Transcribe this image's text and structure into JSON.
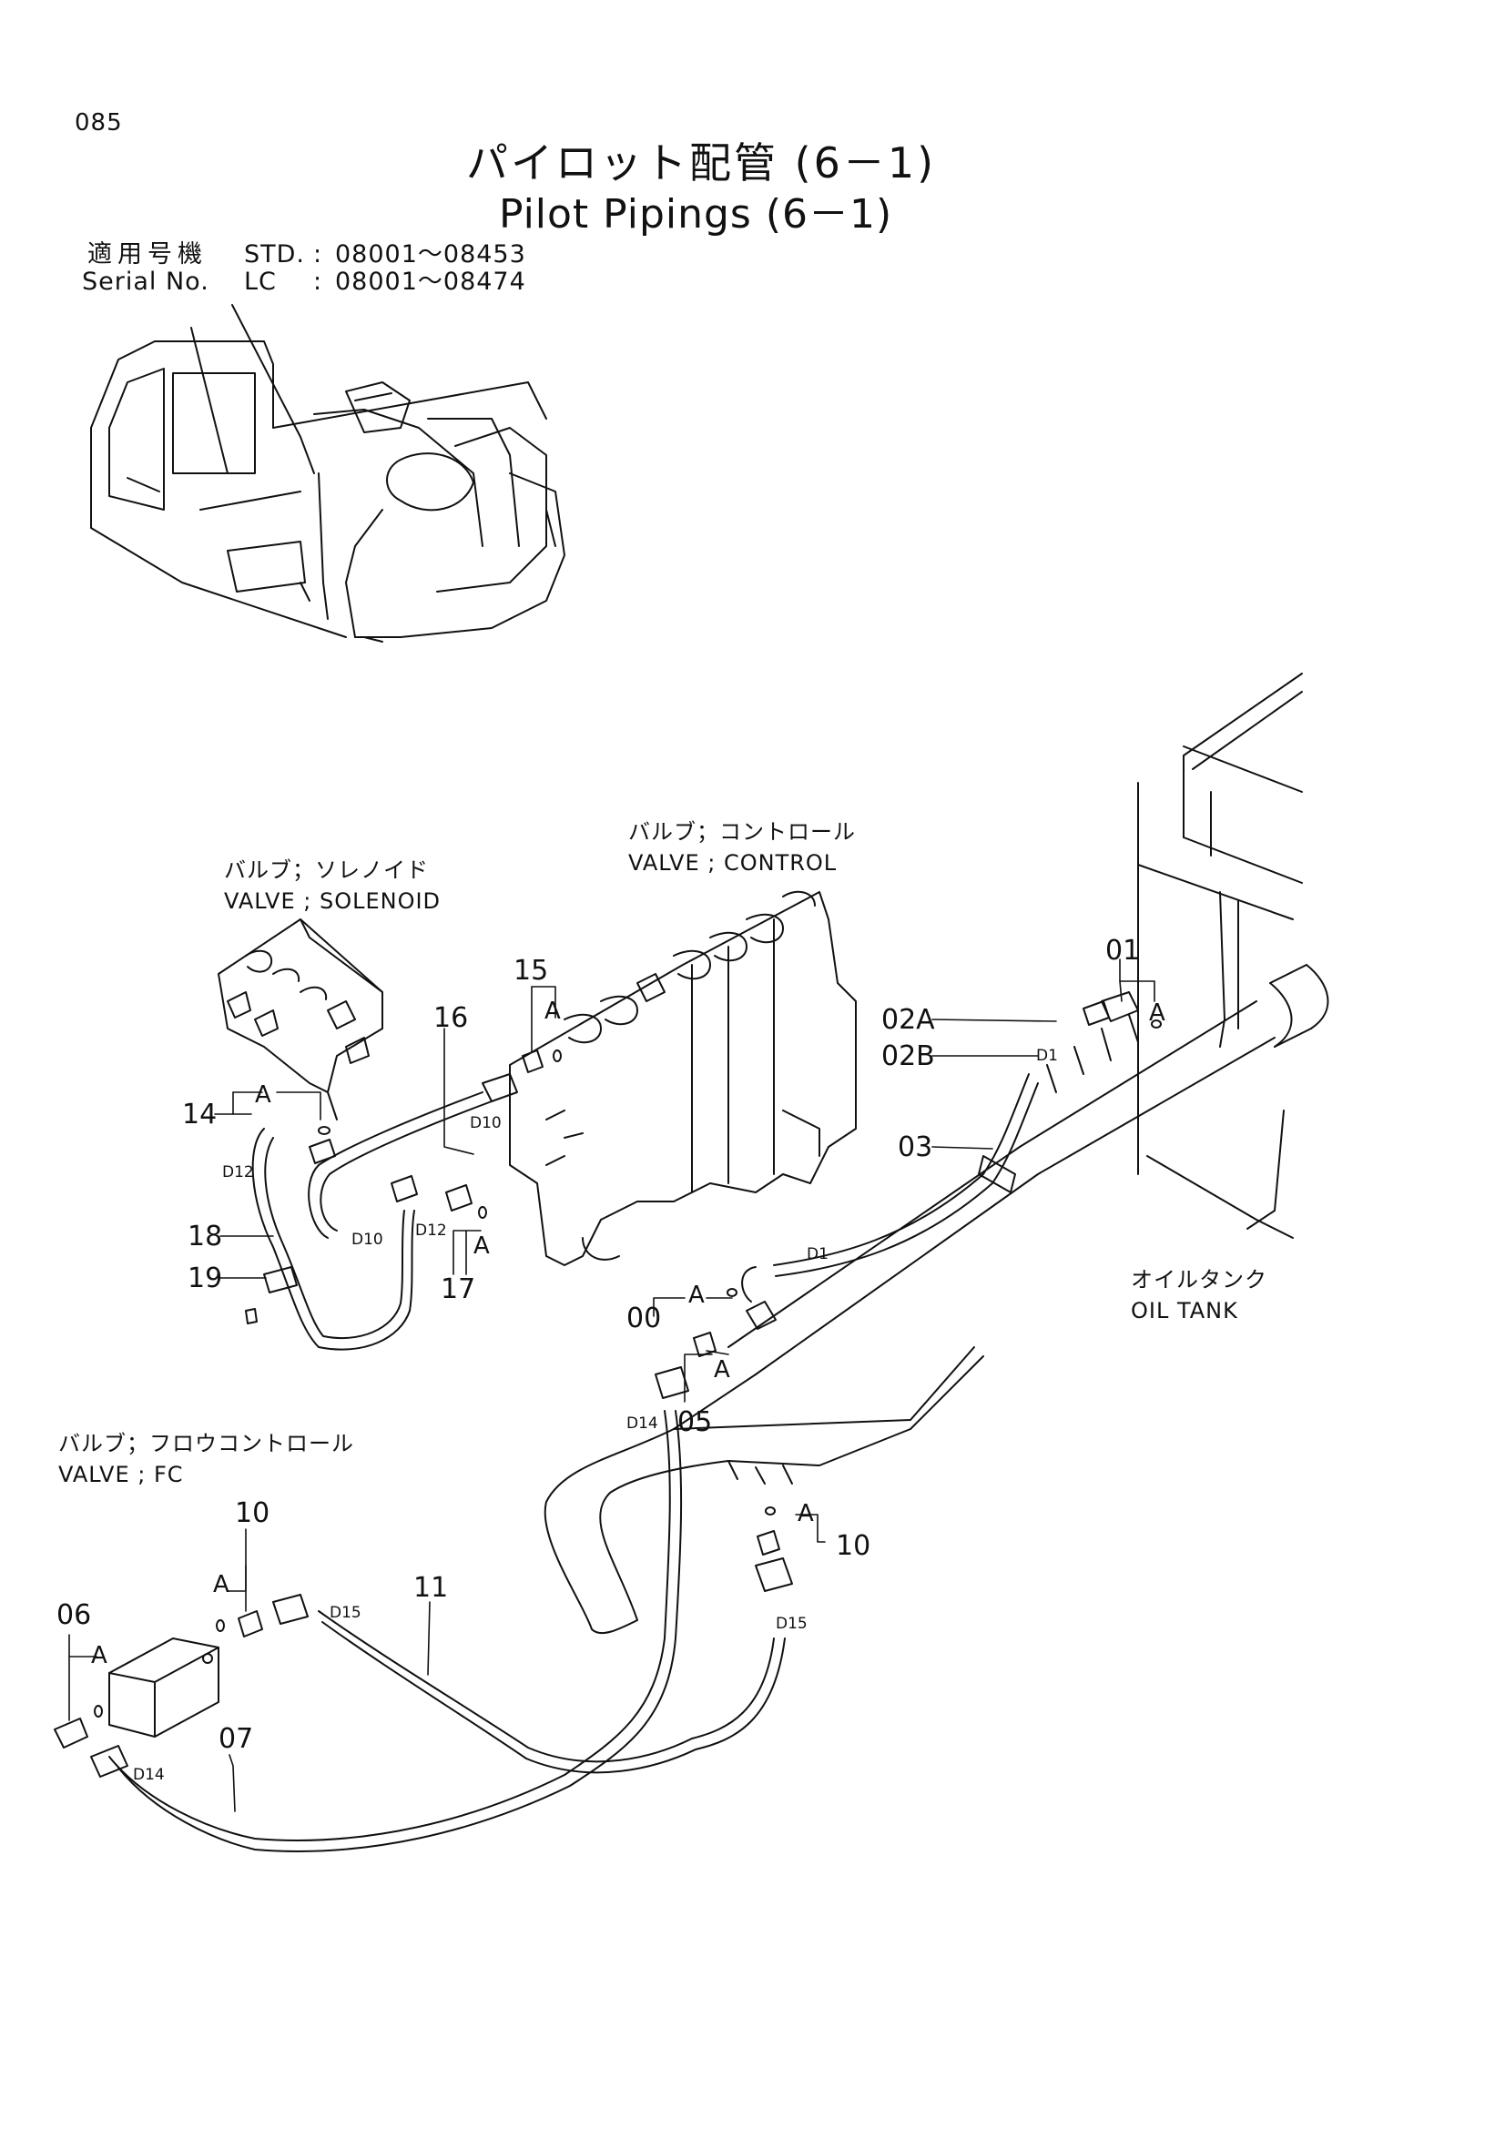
{
  "page": {
    "number": "085"
  },
  "title": {
    "jp": "パイロット配管 (6－1)",
    "en": "Pilot Pipings (6－1)"
  },
  "serial": {
    "label_jp": "適用号機",
    "label_en": "Serial No.",
    "std_label": "STD.",
    "std_range": "08001～08453",
    "lc_label": "LC",
    "lc_range": "08001～08474"
  },
  "components": {
    "valve_control_jp": "バルブ；コントロール",
    "valve_control_en": "VALVE ; CONTROL",
    "valve_solenoid_jp": "バルブ；ソレノイド",
    "valve_solenoid_en": "VALVE ; SOLENOID",
    "valve_fc_jp": "バルブ；フロウコントロール",
    "valve_fc_en": "VALVE ; FC",
    "oil_tank_jp": "オイルタンク",
    "oil_tank_en": "OIL TANK"
  },
  "part_numbers": {
    "p00": "00",
    "p01": "01",
    "p02a": "02A",
    "p02b": "02B",
    "p03": "03",
    "p05": "05",
    "p06": "06",
    "p07": "07",
    "p10a": "10",
    "p10b": "10",
    "p11": "11",
    "p14": "14",
    "p15": "15",
    "p16": "16",
    "p17": "17",
    "p18": "18",
    "p19": "19"
  },
  "seal_marker": "A",
  "hose_sizes": {
    "d1a": "D1",
    "d1b": "D1",
    "d10a": "D10",
    "d10b": "D10",
    "d12a": "D12",
    "d12b": "D12",
    "d14a": "D14",
    "d14b": "D14",
    "d15a": "D15",
    "d15b": "D15"
  }
}
